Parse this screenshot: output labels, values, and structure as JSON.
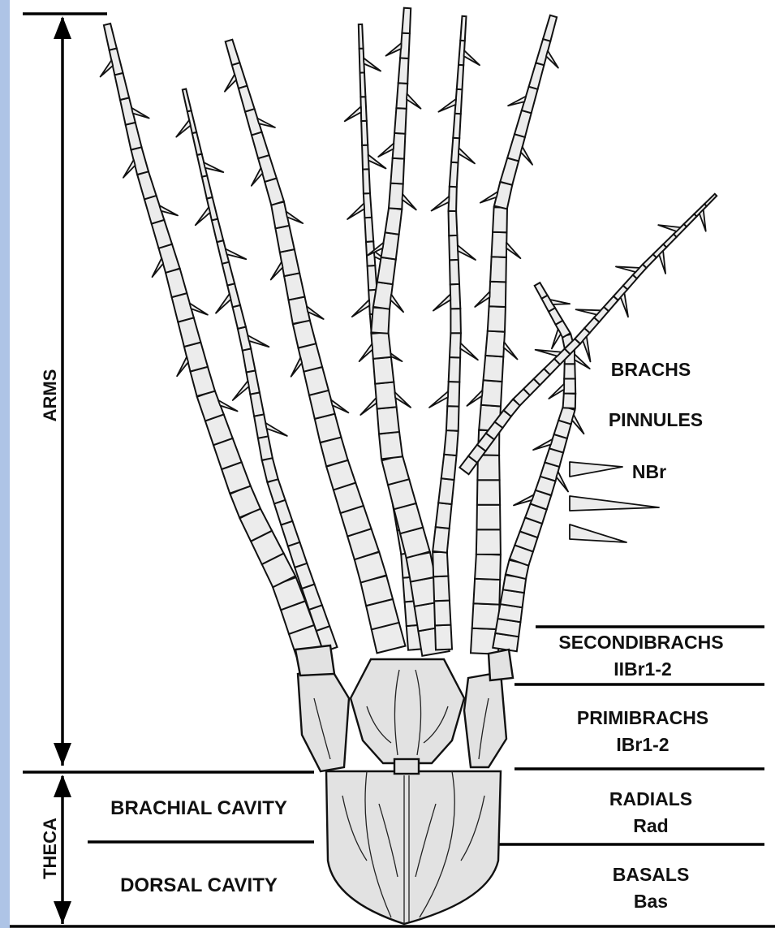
{
  "regions": {
    "arms": "ARMS",
    "theca": "THECA",
    "brachial_cavity": "BRACHIAL CAVITY",
    "dorsal_cavity": "DORSAL CAVITY"
  },
  "arm_labels": {
    "brachs": "BRACHS",
    "pinnules": "PINNULES",
    "nbr": "NBr"
  },
  "plates": [
    {
      "name": "SECONDIBRACHS",
      "code": "IIBr1-2"
    },
    {
      "name": "PRIMIBRACHS",
      "code": "IBr1-2"
    },
    {
      "name": "RADIALS",
      "code": "Rad"
    },
    {
      "name": "BASALS",
      "code": "Bas"
    }
  ],
  "colors": {
    "frame": "#aec4e6",
    "ossicle_fill": "#ececec",
    "line": "#111111"
  }
}
